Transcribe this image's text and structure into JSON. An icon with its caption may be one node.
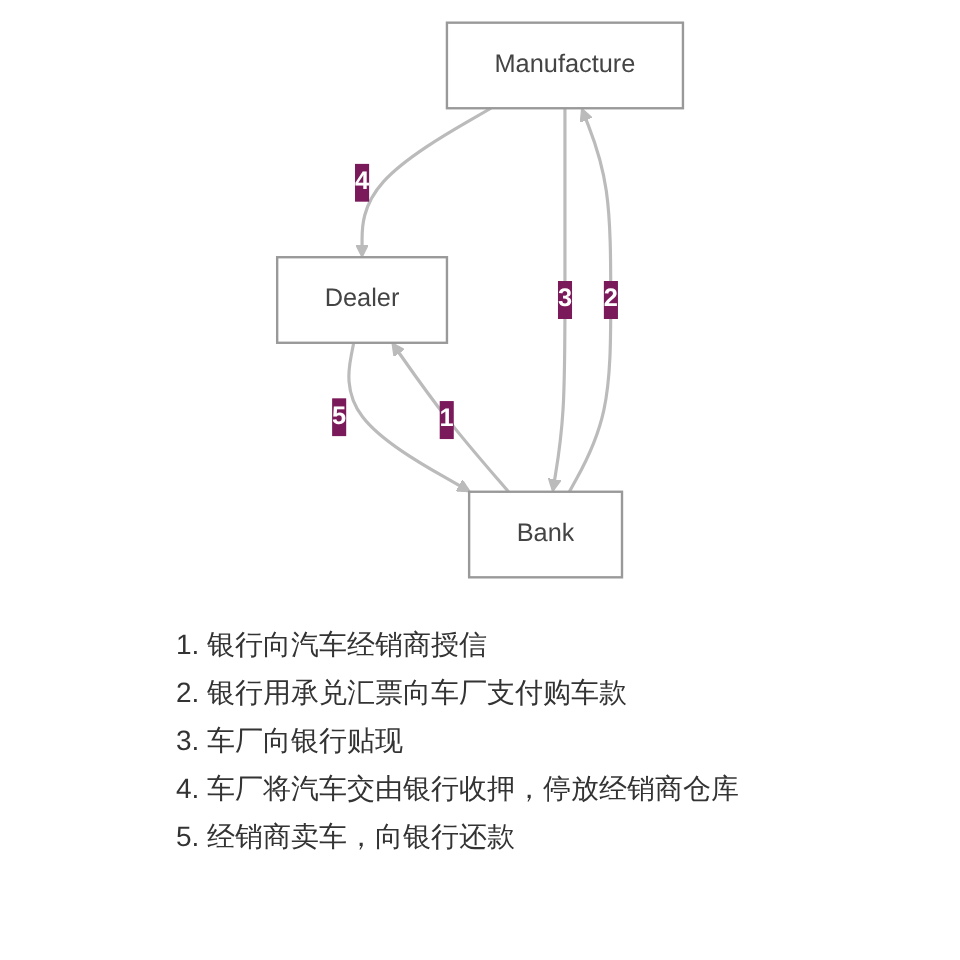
{
  "diagram": {
    "nodes": [
      {
        "text": [
          "Manufacture"
        ]
      },
      {
        "text": [
          "Dealer"
        ]
      },
      {
        "text": [
          "Bank"
        ]
      }
    ],
    "edges": [
      {
        "from": 0,
        "to": 1,
        "arrow": "to",
        "label": "4"
      },
      {
        "from": 0,
        "to": 2,
        "arrow": "to",
        "label": "3"
      },
      {
        "from": 2,
        "to": 0,
        "arrow": "to",
        "label": "2"
      },
      {
        "from": 1,
        "to": 2,
        "arrow": "to",
        "label": "5"
      },
      {
        "from": 2,
        "to": 1,
        "arrow": "to",
        "label": "1"
      }
    ],
    "labels": [
      "1. 银行向汽车经销商授信",
      "2. 银行用承兑汇票向车厂支付购车款",
      "3. 车厂向银行贴现",
      "4. 车厂将汽车交由银行收押，停放经销商仓库",
      "5. 经销商卖车，向银行还款"
    ]
  }
}
